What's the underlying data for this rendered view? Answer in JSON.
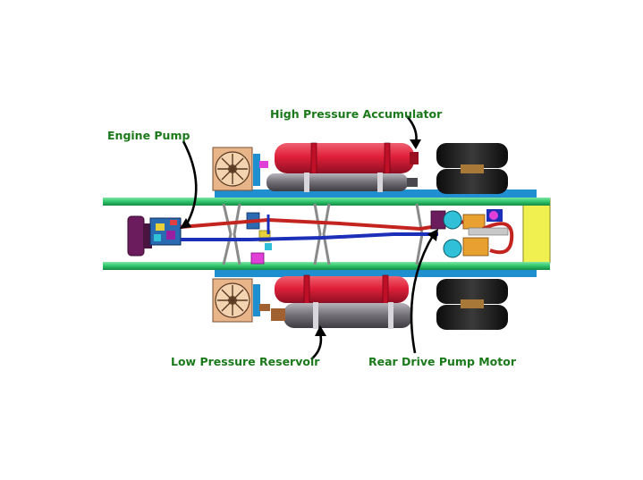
{
  "diagram": {
    "labels": {
      "engine_pump": "Engine Pump",
      "high_pressure_accumulator": "High Pressure Accumulator",
      "low_pressure_reservoir": "Low Pressure Reservoir",
      "rear_drive_pump_motor": "Rear Drive Pump Motor"
    },
    "colors": {
      "label_green": "#1a7a1a",
      "frame_rail": "#2fc46b",
      "accumulator": "#e0203a",
      "reservoir": "#77737a",
      "wheel": "#1c1c1c",
      "radiator": "#e8b48a",
      "cross_plate": "#1f8fd0",
      "rear_plate": "#f0f050",
      "hydraulic_red": "#c4241f",
      "hydraulic_blue": "#1c2fb8",
      "engine": "#6a1c5c",
      "valve_magenta": "#e040d8"
    }
  }
}
